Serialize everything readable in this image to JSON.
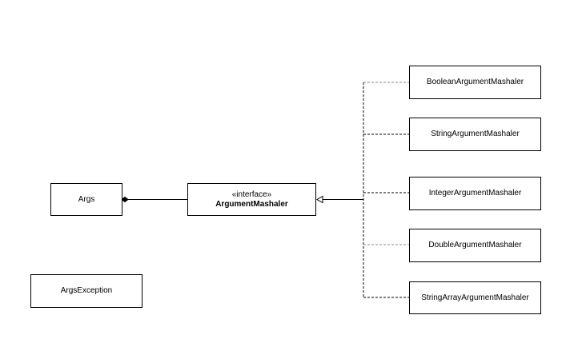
{
  "diagram": {
    "args": {
      "label": "Args"
    },
    "args_exception": {
      "label": "ArgsException"
    },
    "interface": {
      "stereotype": "«interface»",
      "name": "ArgumentMashaler"
    },
    "implementations": [
      {
        "label": "BooleanArgumentMashaler"
      },
      {
        "label": "StringArgumentMashaler"
      },
      {
        "label": "IntegerArgumentMashaler"
      },
      {
        "label": "DoubleArgumentMashaler"
      },
      {
        "label": "StringArrayArgumentMashaler"
      }
    ]
  }
}
